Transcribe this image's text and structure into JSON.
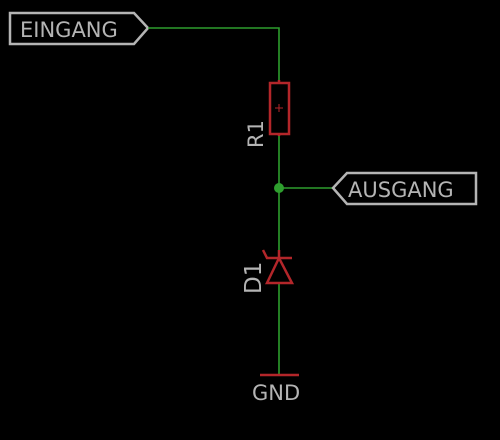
{
  "schematic": {
    "input_label": "EINGANG",
    "output_label": "AUSGANG",
    "resistor_ref": "R1",
    "diode_ref": "D1",
    "ground_label": "GND"
  },
  "colors": {
    "background": "#000000",
    "wire": "#2e9e2e",
    "component": "#b3262a",
    "label": "#b4b4b4"
  }
}
